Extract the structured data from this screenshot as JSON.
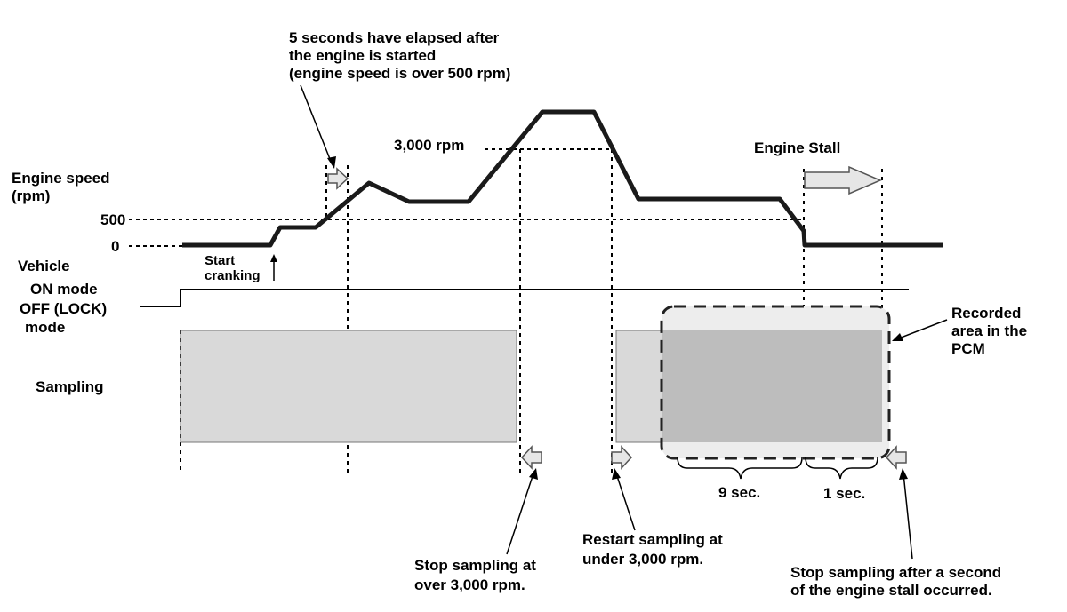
{
  "labels": {
    "top_note_line1": "5 seconds have elapsed after",
    "top_note_line2": "the engine is started",
    "top_note_line3": "(engine speed is over 500 rpm)",
    "engine_speed_line1": "Engine speed",
    "engine_speed_line2": "(rpm)",
    "rpm_3000": "3,000 rpm",
    "rpm_500": "500",
    "rpm_0": "0",
    "engine_stall": "Engine Stall",
    "start_line1": "Start",
    "start_line2": "cranking",
    "vehicle": "Vehicle",
    "on_mode": "ON mode",
    "off_lock": "OFF (LOCK)",
    "mode": "mode",
    "sampling": "Sampling",
    "recorded_line1": "Recorded",
    "recorded_line2": "area in the",
    "recorded_line3": "PCM",
    "nine_sec": "9 sec.",
    "one_sec": "1 sec.",
    "stop_over_line1": "Stop sampling at",
    "stop_over_line2": "over 3,000 rpm.",
    "restart_line1": "Restart sampling at",
    "restart_line2": "under 3,000 rpm.",
    "stop_after_line1": "Stop sampling after a second",
    "stop_after_line2": "of the engine stall occurred."
  },
  "colors": {
    "sampling_fill": "#d9d9d9",
    "recorded_fill": "#bdbdbd",
    "arrow_fill": "#e6e6e6",
    "line": "#000000"
  }
}
